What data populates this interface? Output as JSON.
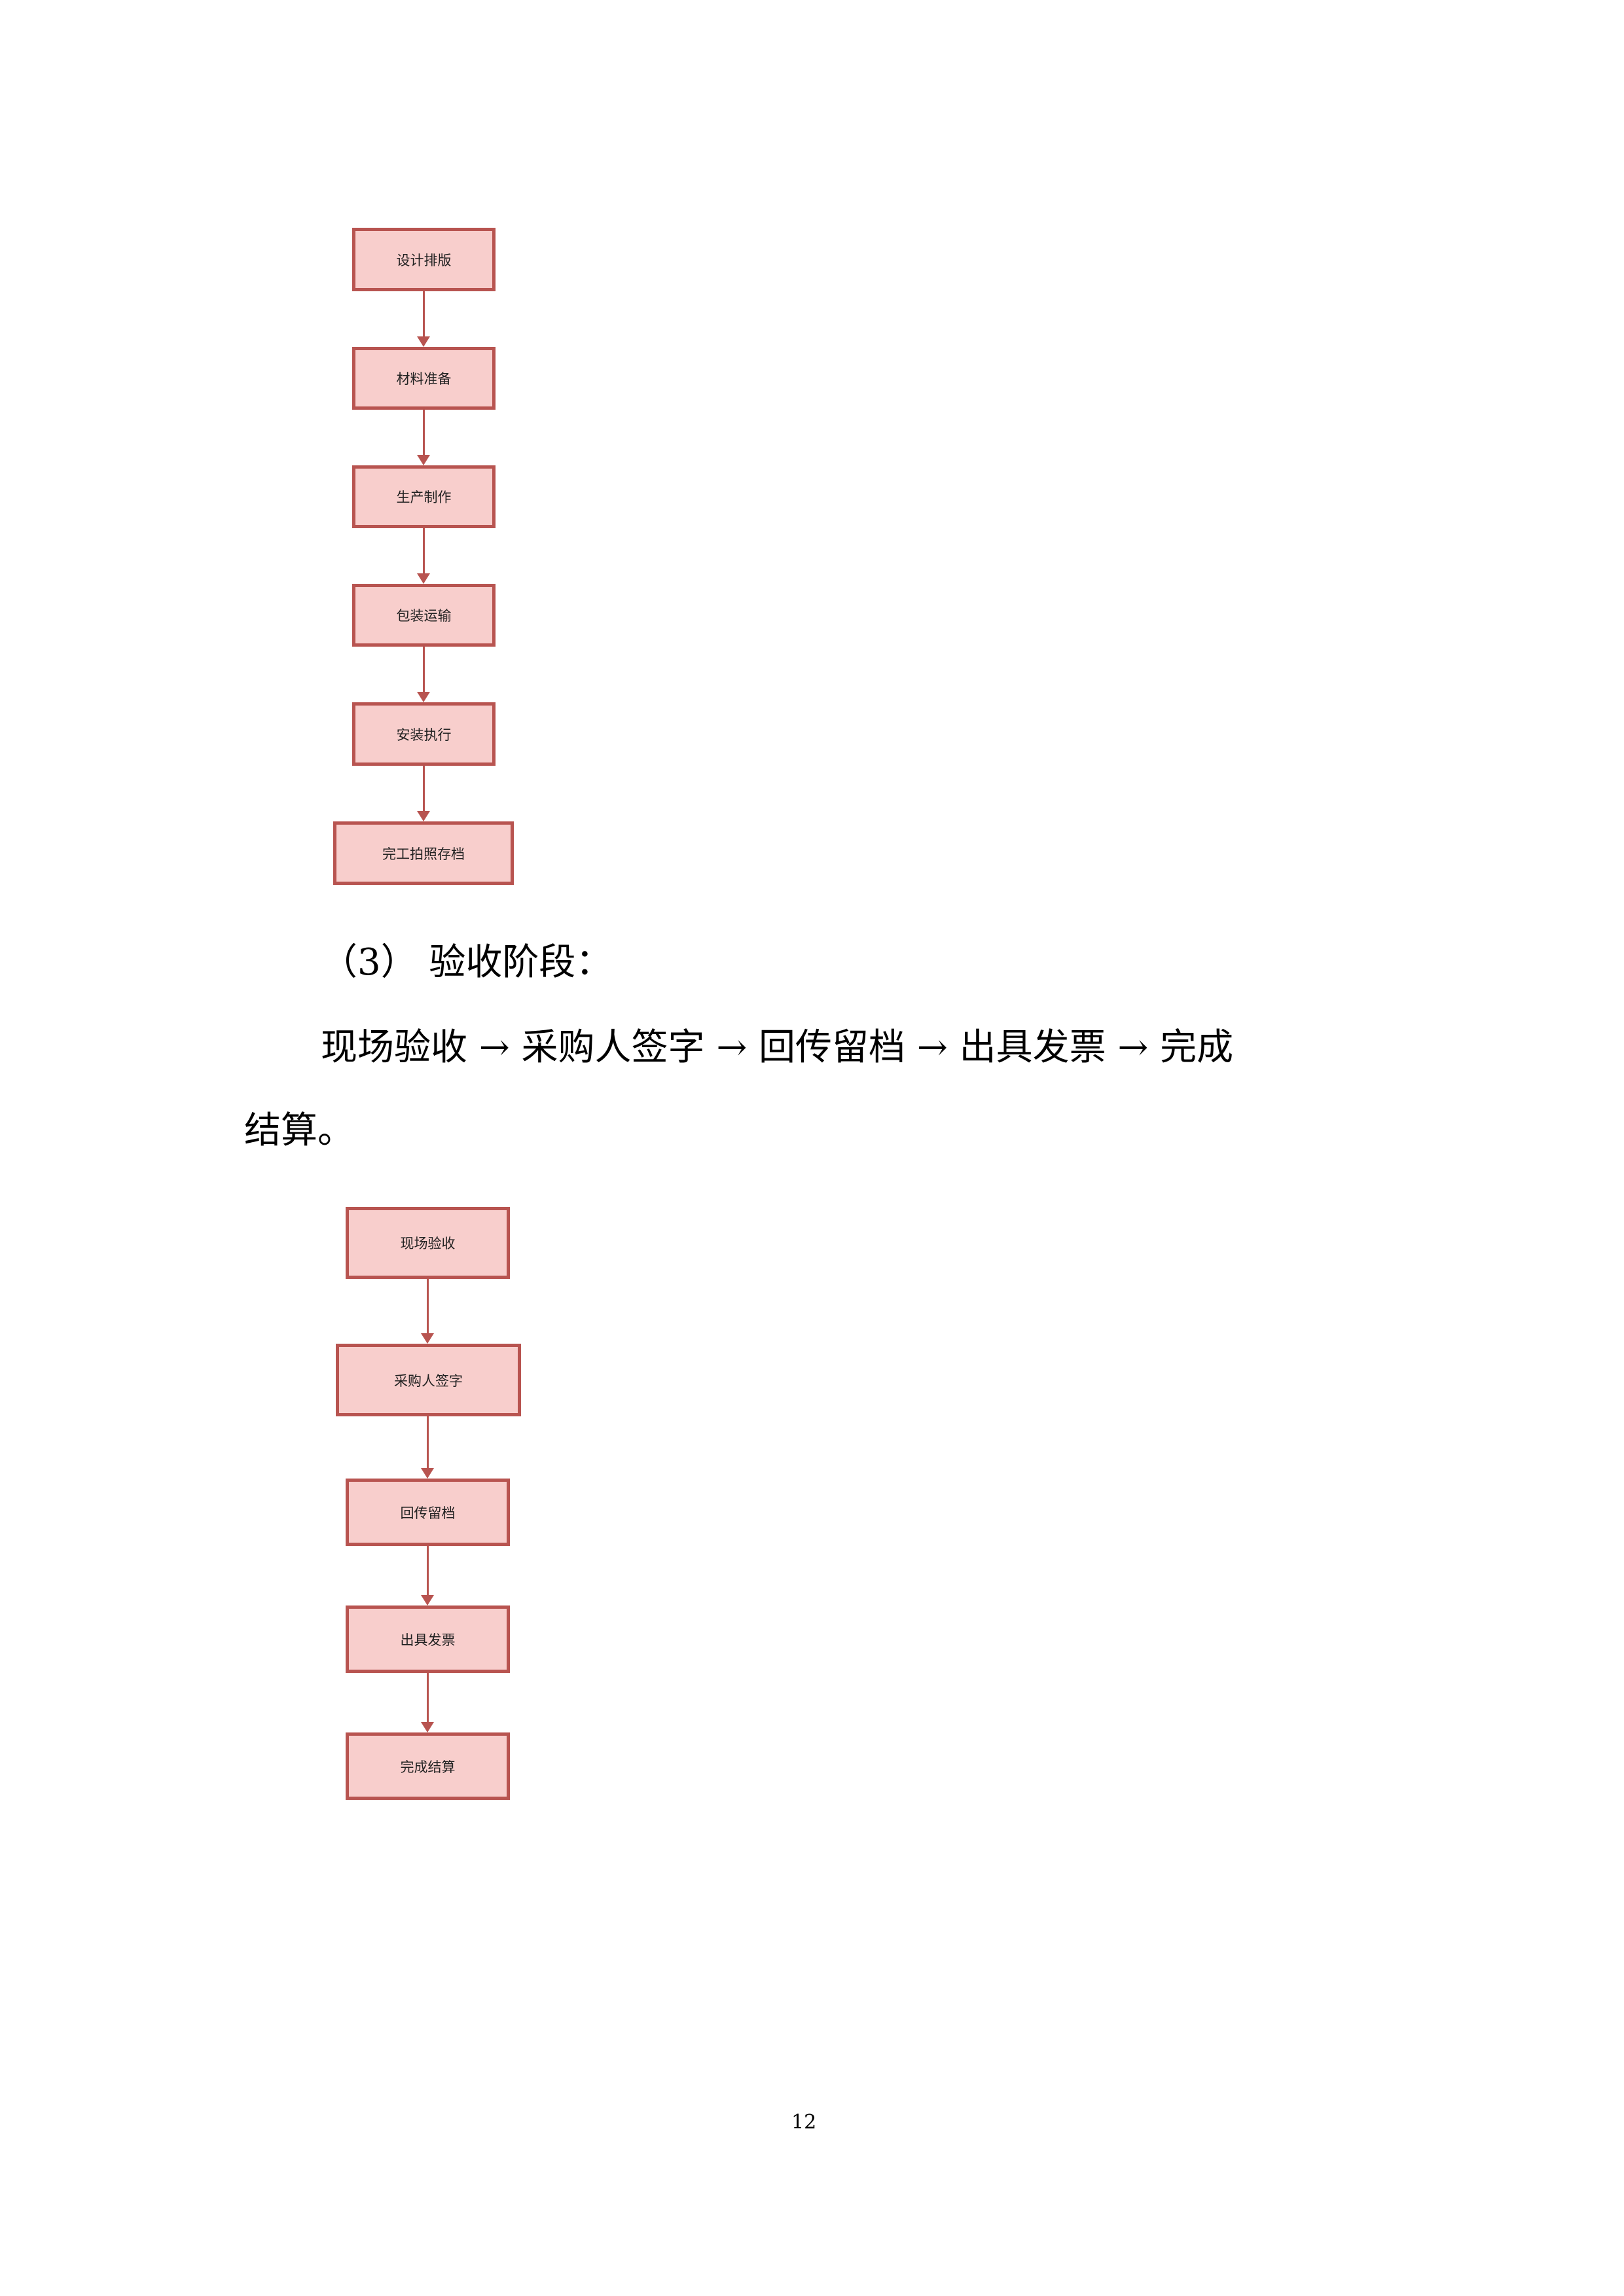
{
  "flowchart_production": {
    "steps": [
      "设计排版",
      "材料准备",
      "生产制作",
      "包装运输",
      "安装执行",
      "完工拍照存档"
    ]
  },
  "section": {
    "heading": "（3） 验收阶段：",
    "paragraph_line1": "现场验收 → 采购人签字 → 回传留档 → 出具发票 → 完成",
    "paragraph_line2": "结算。"
  },
  "flowchart_acceptance": {
    "steps": [
      "现场验收",
      "采购人签字",
      "回传留档",
      "出具发票",
      "完成结算"
    ]
  },
  "colors": {
    "box_fill": "#f8cecc",
    "box_border": "#b85450"
  },
  "footer": {
    "page_number": "12"
  }
}
